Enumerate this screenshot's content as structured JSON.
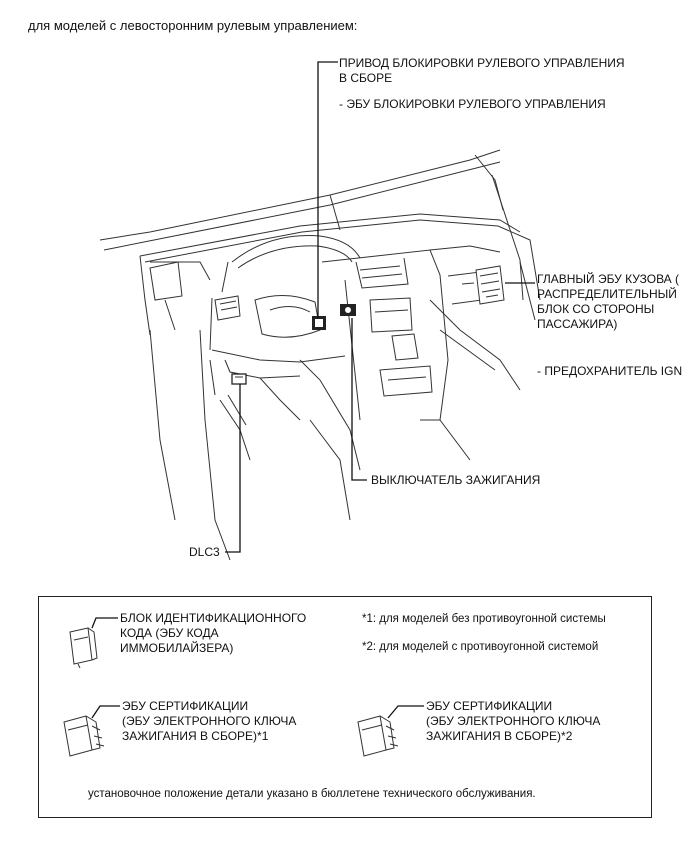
{
  "header": {
    "title": "для моделей с левосторонним рулевым управлением:"
  },
  "callouts": {
    "steering_lock_line1": "ПРИВОД БЛОКИРОВКИ РУЛЕВОГО УПРАВЛЕНИЯ",
    "steering_lock_line2": "В СБОРЕ",
    "steering_lock_ecu": "- ЭБУ БЛОКИРОВКИ РУЛЕВОГО УПРАВЛЕНИЯ",
    "main_body_ecu_line1": "ГЛАВНЫЙ ЭБУ КУЗОВА (",
    "main_body_ecu_line2": "РАСПРЕДЕЛИТЕЛЬНЫЙ",
    "main_body_ecu_line3": "БЛОК СО СТОРОНЫ",
    "main_body_ecu_line4": "ПАССАЖИРА)",
    "ign_fuse": "- ПРЕДОХРАНИТЕЛЬ IGN",
    "ignition_switch": "ВЫКЛЮЧАТЕЛЬ ЗАЖИГАНИЯ",
    "dlc3": "DLC3"
  },
  "legend": {
    "id_code_line1": "БЛОК ИДЕНТИФИКАЦИОННОГО",
    "id_code_line2": "КОДА (ЭБУ КОДА",
    "id_code_line3": "ИММОБИЛАЙЗЕРА)",
    "note1": "*1: для моделей без противоугонной системы",
    "note2": "*2: для моделей с противоугонной системой",
    "cert1_line1": "ЭБУ СЕРТИФИКАЦИИ",
    "cert1_line2": "(ЭБУ ЭЛЕКТРОННОГО КЛЮЧА",
    "cert1_line3": "ЗАЖИГАНИЯ В СБОРЕ)*1",
    "cert2_line1": "ЭБУ СЕРТИФИКАЦИИ",
    "cert2_line2": "(ЭБУ ЭЛЕКТРОННОГО КЛЮЧА",
    "cert2_line3": "ЗАЖИГАНИЯ В СБОРЕ)*2",
    "footer": "установочное положение детали указано в бюллетене технического обслуживания."
  }
}
